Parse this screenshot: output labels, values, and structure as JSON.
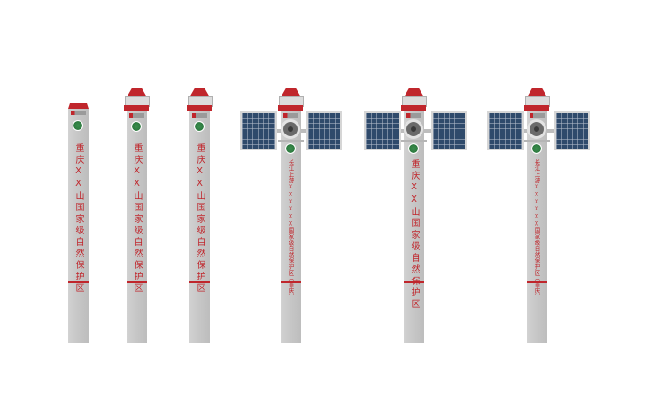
{
  "posts": [
    {
      "type": "plain",
      "text": "重庆XX山国家级自然保护区"
    },
    {
      "type": "capped",
      "text": "重庆XX山国家级自然保护区"
    },
    {
      "type": "capped",
      "text": "重庆XX山国家级自然保护区"
    },
    {
      "type": "solar-speaker",
      "text": "长江上游XXXXXX国家级自然保护区（重庆）"
    },
    {
      "type": "solar-speaker",
      "text": "重庆XX山国家级自然保护区"
    },
    {
      "type": "solar-speaker",
      "text": "长江上游XXXXXX国家级自然保护区（重庆）"
    }
  ],
  "colors": {
    "accent": "#c0262c",
    "pole": "#c8c8c8",
    "panel": "#2f4a6b"
  }
}
